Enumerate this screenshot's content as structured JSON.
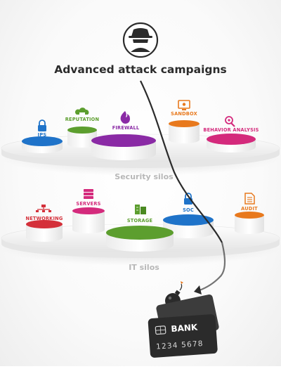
{
  "title": "Advanced attack campaigns",
  "colors": {
    "blue": "#1f73c9",
    "green": "#5c9e2e",
    "purple": "#8a2aa5",
    "orange": "#e8791d",
    "pink": "#d42a7c",
    "red": "#d4303a",
    "platform": "#f1f1f1",
    "text_gray": "#b7b7b7"
  },
  "security_layer": {
    "label": "Security silos",
    "items": [
      {
        "label": "IPS",
        "color": "blue",
        "icon": "lock-icon"
      },
      {
        "label": "REPUTATION",
        "color": "green",
        "icon": "cloud-icon"
      },
      {
        "label": "FIREWALL",
        "color": "purple",
        "icon": "flame-icon"
      },
      {
        "label": "SANDBOX",
        "color": "orange",
        "icon": "monitor-icon"
      },
      {
        "label": "BEHAVIOR ANALYSIS",
        "color": "pink",
        "icon": "magnifier-icon"
      }
    ]
  },
  "it_layer": {
    "label": "IT silos",
    "items": [
      {
        "label": "NETWORKING",
        "color": "red",
        "icon": "network-icon"
      },
      {
        "label": "SERVERS",
        "color": "pink",
        "icon": "server-icon"
      },
      {
        "label": "STORAGE",
        "color": "green",
        "icon": "storage-icon"
      },
      {
        "label": "SOC",
        "color": "blue",
        "icon": "lock-icon"
      },
      {
        "label": "AUDIT",
        "color": "orange",
        "icon": "document-icon"
      }
    ]
  },
  "card": {
    "bank": "BANK",
    "number": "1234 5678"
  },
  "icons": [
    "hacker-icon",
    "bomb-icon",
    "credit-card-icon"
  ]
}
